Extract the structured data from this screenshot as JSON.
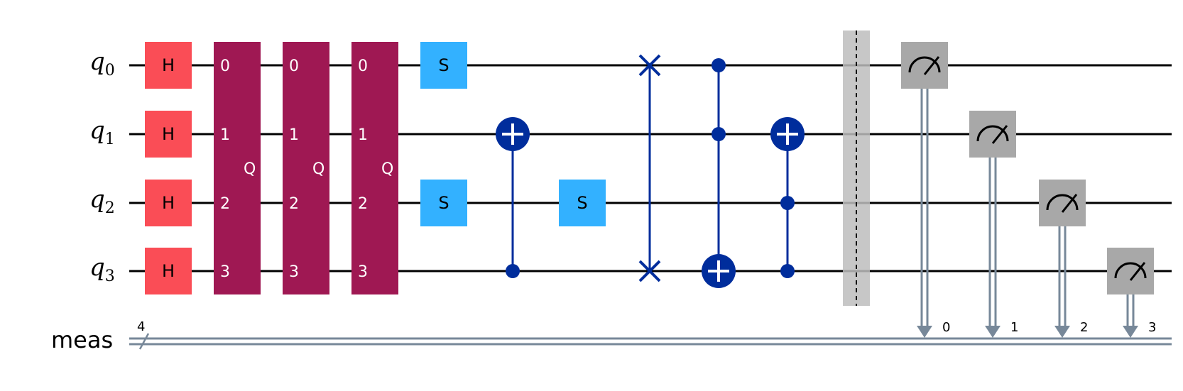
{
  "colors": {
    "h_gate": "#FA4D56",
    "custom_gate": "#9F1853",
    "s_gate": "#33B1FF",
    "control": "#002D9C",
    "measure": "#A8A8A8",
    "classical": "#778899",
    "barrier": "#BDBDBD"
  },
  "qubits": [
    {
      "name": "q",
      "index": "0"
    },
    {
      "name": "q",
      "index": "1"
    },
    {
      "name": "q",
      "index": "2"
    },
    {
      "name": "q",
      "index": "3"
    }
  ],
  "classical_register": {
    "name": "meas",
    "size": "4"
  },
  "gate_labels": {
    "h": "H",
    "s": "S",
    "q": "Q"
  },
  "q_gate_pins": [
    "0",
    "1",
    "2",
    "3"
  ],
  "measure_bits": [
    "0",
    "1",
    "2",
    "3"
  ]
}
